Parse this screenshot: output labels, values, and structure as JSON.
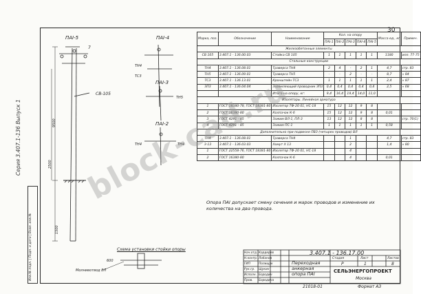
{
  "sheet_number": "30",
  "side_stamp": "Серия 3.407.1-136 Выпуск 1",
  "side_stamp_small": "Инв.№ подл. | Подп. и дата | Взам. инв.№",
  "drawing_labels": {
    "main_pole": "ПАI-5",
    "detail1": "ПАI-4",
    "detail2": "ПАI-3",
    "detail3": "ПАI-2",
    "pole_code": "СВ-105",
    "scheme_title": "Схема установки стойки опоры",
    "grounding": "Молниеотвод ВЛ",
    "dims": [
      "7",
      "9500",
      "1500",
      "2500",
      "600"
    ],
    "markers": [
      "ТН4",
      "ТС3",
      "ТН5",
      "ТН4",
      "ТН4"
    ]
  },
  "table": {
    "headers": [
      "Марка, поз.",
      "Обозначение",
      "Наименование",
      "Кол. на опору",
      "Масса ед., кг",
      "Примеч."
    ],
    "sub_headers": [
      "ПАI-1",
      "ПАI-2",
      "ПАI-3",
      "ПАI-4",
      "ПАI-5"
    ],
    "sections": [
      {
        "title": "Железобетонные элементы",
        "rows": [
          {
            "mark": "СВ 105",
            "code": "3.407.1 - 136.00.03",
            "name": "Стойка СВ 105",
            "qty": [
              "1",
              "1",
              "1",
              "1",
              "1"
            ],
            "mass": "1180",
            "note": "илл. 77-75"
          }
        ]
      },
      {
        "title": "Стальные конструкции",
        "rows": [
          {
            "mark": "ТН4",
            "code": "3.407.1 - 136.08.01",
            "name": "Траверса ТН4",
            "qty": [
              "2",
              "4",
              "-",
              "2",
              "1"
            ],
            "mass": "4,7",
            "note": "стр. 83"
          },
          {
            "mark": "ТН5",
            "code": "3.407.1 - 136.09.01",
            "name": "Траверса ТН5",
            "qty": [
              "-",
              "-",
              "2",
              "-",
              "-"
            ],
            "mass": "8,7",
            "note": "« 84"
          },
          {
            "mark": "ТС3",
            "code": "3.407.1 - 136.13.01",
            "name": "Кронштейн ТС3",
            "qty": [
              "1",
              "1",
              "1",
              "1",
              "1"
            ],
            "mass": "2,4",
            "note": "« 87"
          },
          {
            "mark": "ЗП3",
            "code": "3.407.1 - 136.04.04",
            "name": "Заземляющий проводник ЗП3",
            "qty": [
              "0,4",
              "0,4",
              "0,4",
              "0,4",
              "0,4"
            ],
            "mass": "2,5",
            "note": "« 68"
          },
          {
            "mark": "",
            "code": "",
            "name": "Итого на опору, кг:",
            "qty": [
              "9,4",
              "16,4",
              "19,4",
              "14,0",
              "11,0"
            ],
            "mass": "",
            "note": ""
          }
        ]
      },
      {
        "title": "Изоляторы. Линейная арматура",
        "rows": [
          {
            "mark": "1",
            "code": "ГОСТ 18380-78, ГОСТ 18381-80",
            "name": "Изолятор ТФ-20 01, НС-18",
            "qty": [
              "15",
              "12",
              "12",
              "9",
              "8"
            ],
            "mass": "",
            "note": ""
          },
          {
            "mark": "2",
            "code": "ГОСТ 16380-80",
            "name": "Колпачок К-6",
            "qty": [
              "15",
              "12",
              "12",
              "9",
              "8"
            ],
            "mass": "0,01",
            "note": ""
          },
          {
            "mark": "3",
            "code": "ГОСТ 4291 - 85",
            "name": "Зажим ВЛ-1, ПЛ-3",
            "qty": [
              "13",
              "12",
              "12",
              "8",
              "8"
            ],
            "mass": "",
            "note": "стр. 70(1)"
          },
          {
            "mark": "4",
            "code": "ГОСТ 4291 - 85",
            "name": "Зажим ПС-1",
            "qty": [
              "1",
              "1",
              "1",
              "1",
              "1"
            ],
            "mass": "0,58",
            "note": ""
          }
        ]
      },
      {
        "title": "Дополнительно при подвеске ПВЗ (четырех проводов) ВЛ",
        "rows": [
          {
            "mark": "ТН4",
            "code": "3.407.1 - 136.08.01",
            "name": "Траверса ТН4",
            "qty": [
              "",
              "",
              "1",
              "",
              ""
            ],
            "mass": "4,7",
            "note": "стр. 83"
          },
          {
            "mark": "З-13",
            "code": "3.407.1 - 136.03.03",
            "name": "Хомут Х 13",
            "qty": [
              "",
              "",
              "2",
              "",
              ""
            ],
            "mass": "1,4",
            "note": "« 80"
          },
          {
            "mark": "1",
            "code": "ГОСТ 22558-76, ГОСТ 18381-80",
            "name": "Изолятор ТФ-20 01, НС-18",
            "qty": [
              "",
              "",
              "4",
              "",
              ""
            ],
            "mass": "",
            "note": ""
          },
          {
            "mark": "2",
            "code": "ГОСТ 16380-80",
            "name": "Колпачок К-6",
            "qty": [
              "",
              "",
              "4",
              "",
              ""
            ],
            "mass": "0,01",
            "note": ""
          }
        ]
      }
    ]
  },
  "note": "Опора ПАI допускает смену сечения и марок проводов и изменение их количества на два провода.",
  "title_block": {
    "code": "3.407.1 - 136.17.00",
    "title": "Переходная анкерная опора ПАI",
    "stage_label": "Стадия",
    "sheet_label": "Лист",
    "sheets_label": "Листов",
    "stage": "Р",
    "sheet": "1",
    "sheets": "8",
    "org": "СЕЛЬЭНЕРГОПРОЕКТ",
    "city": "Москва",
    "roles": [
      "Нач.отд.",
      "Н.контр.",
      "ГИП",
      "Рук.гр.",
      "Исполн.",
      "Пров."
    ],
    "names": [
      "Кардерев",
      "Лобанов",
      "Полищук",
      "Щукин",
      "Бородин",
      "Бородина"
    ],
    "archive": "21018-01",
    "format": "Формат А3"
  },
  "watermark": "block-cad.ru"
}
